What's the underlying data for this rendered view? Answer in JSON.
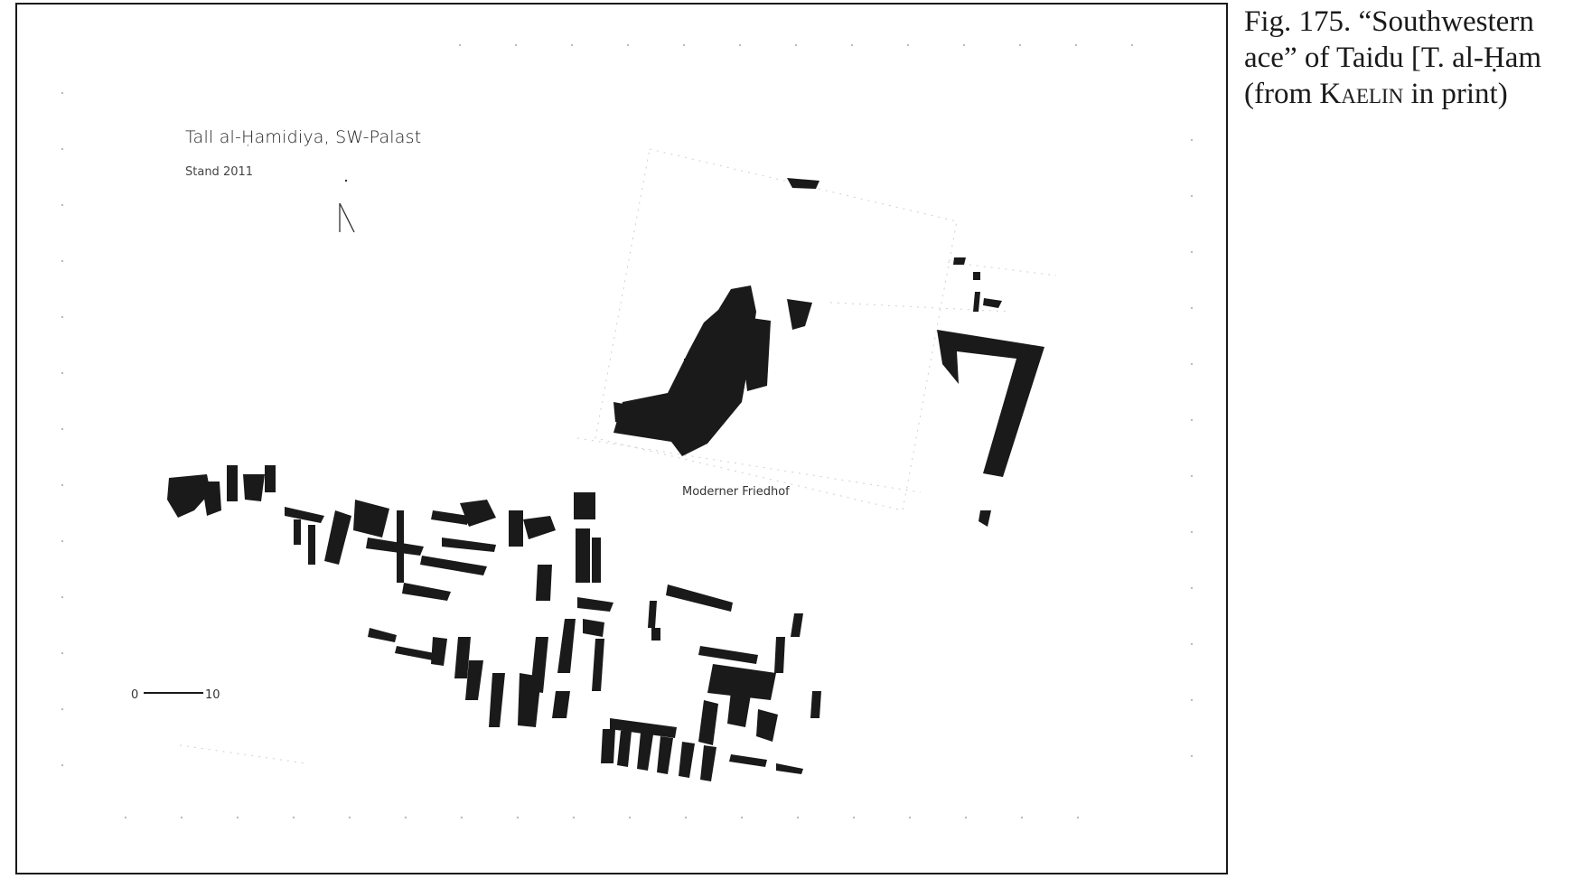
{
  "plan": {
    "title": "Tall al-Ḥamidiya, SW-Palast",
    "subtitle": "Stand 2011",
    "area_label": "Moderner Friedhof",
    "scale_start": "0",
    "scale_end": "10",
    "north_arrow_icon": "north-arrow-icon",
    "wall_color": "#1a1a1a"
  },
  "caption": {
    "line1": "Fig. 175.  “Southwestern",
    "line2": "ace” of Taidu [T. al-Ḥam",
    "line3_prefix": "(from ",
    "line3_author": "Kaelin",
    "line3_suffix": " in print)"
  }
}
